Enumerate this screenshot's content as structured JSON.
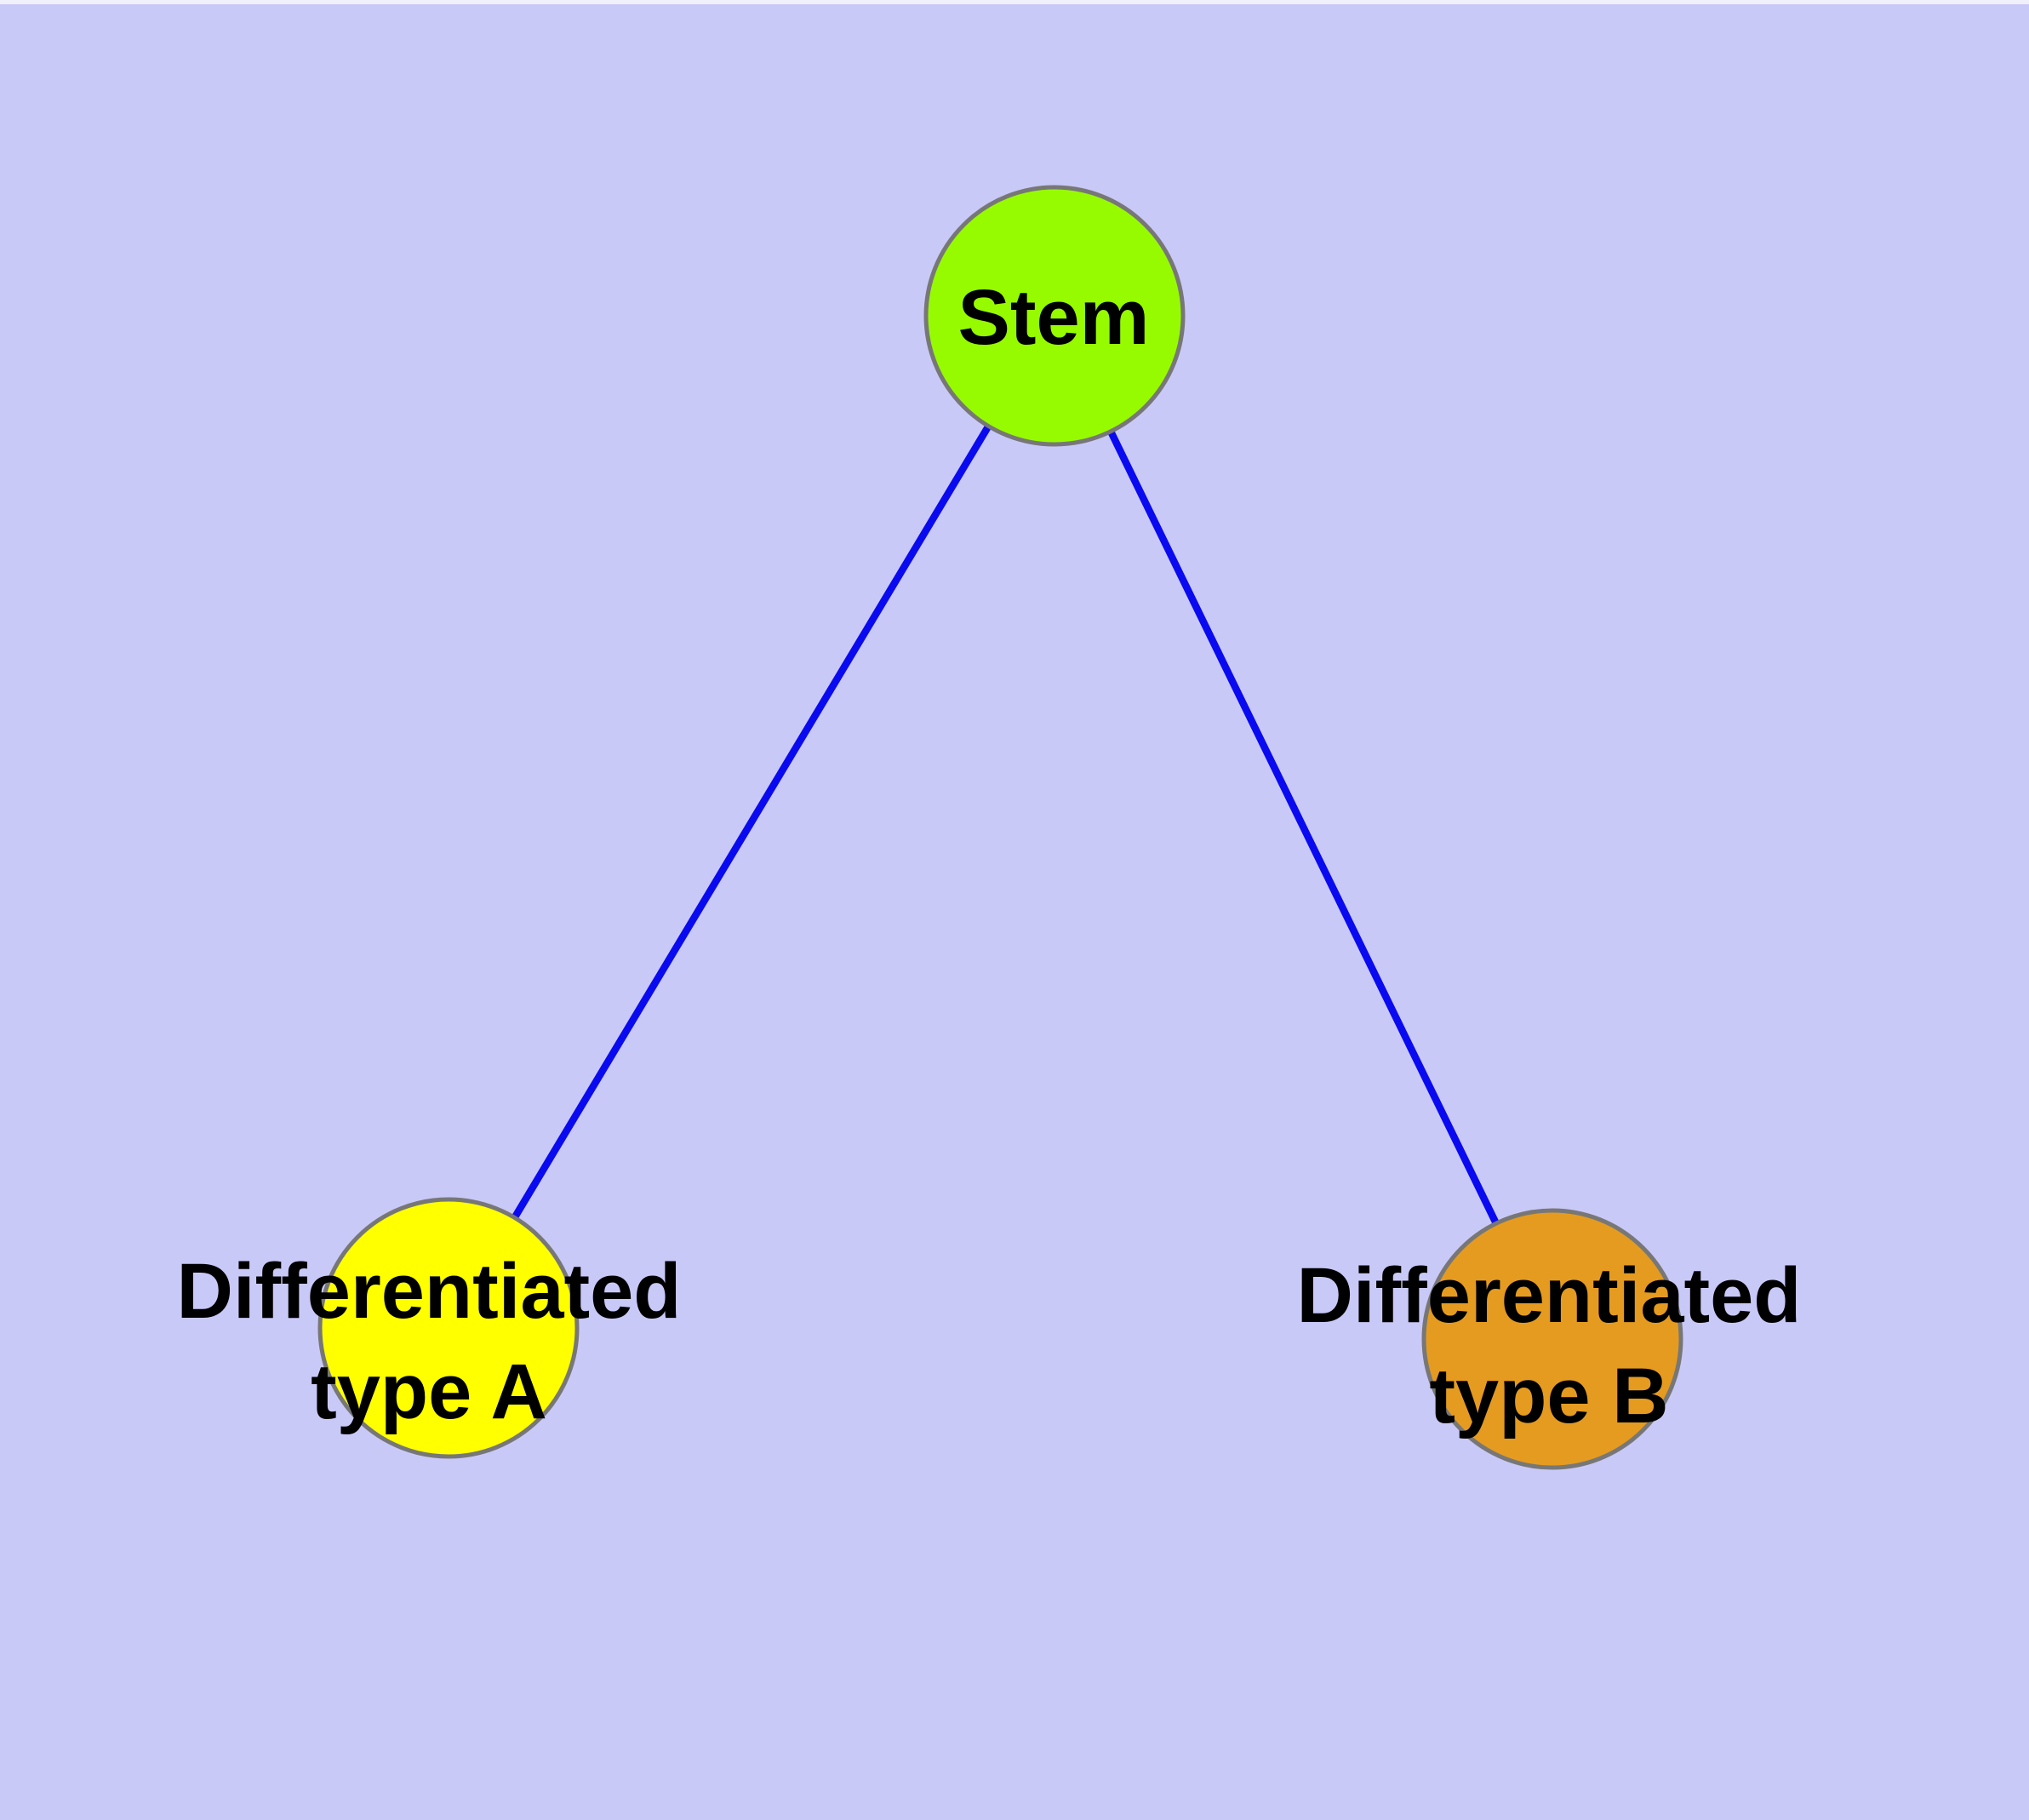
{
  "diagram": {
    "background_color": "#c9c9f8",
    "edge_color": "#0a0af0",
    "node_border_color": "#777777",
    "label_color": "#000000",
    "nodes": {
      "stem": {
        "label": "Stem",
        "color": "#97fb00"
      },
      "type_a": {
        "label_line1": "Differentiated",
        "label_line2": "type A",
        "color": "#ffff00"
      },
      "type_b": {
        "label_line1": "Differentiated",
        "label_line2": "type B",
        "color": "#e59b20"
      }
    },
    "edges": [
      {
        "from": "Stem",
        "to": "Differentiated type A"
      },
      {
        "from": "Stem",
        "to": "Differentiated type B"
      }
    ]
  }
}
